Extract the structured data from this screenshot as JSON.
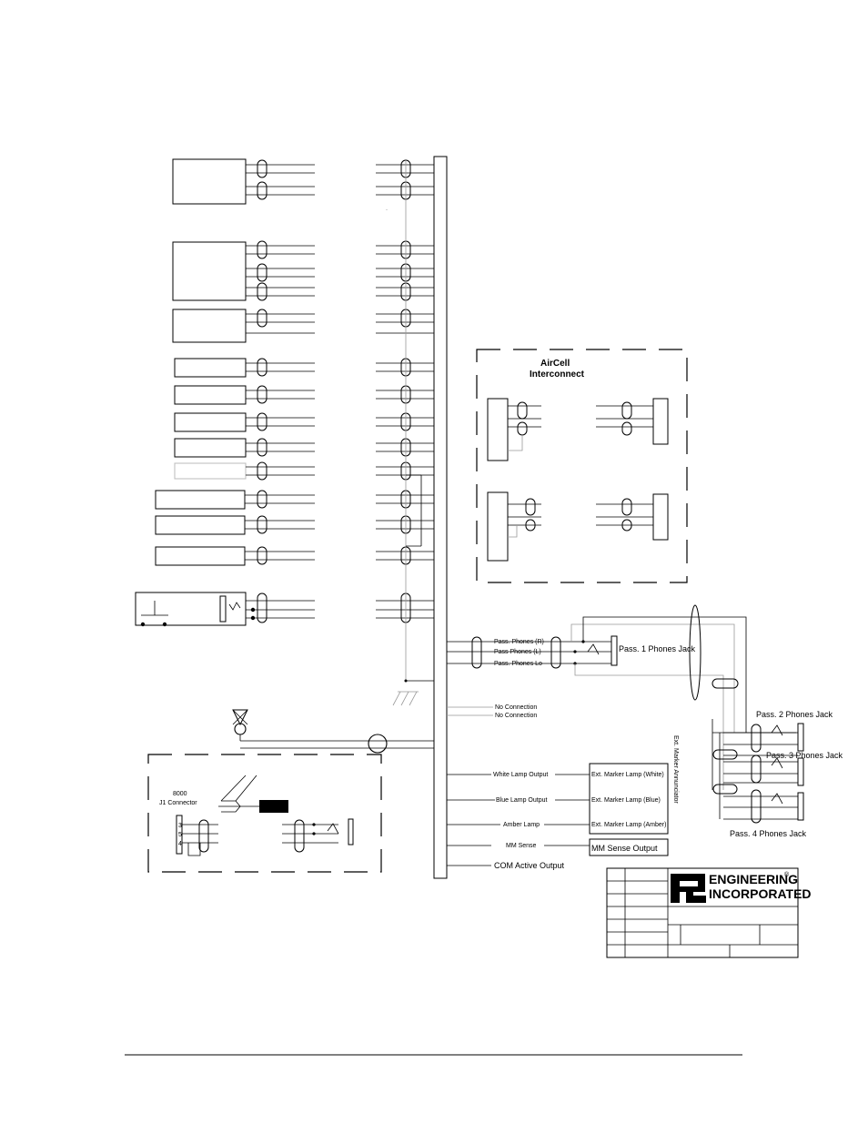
{
  "aircell": {
    "title_line1": "AirCell",
    "title_line2": "Interconnect"
  },
  "pass_phones": {
    "right": "Pass. Phones (R)",
    "left": "Pass Phones (L)",
    "lo": "Pass. Phones Lo"
  },
  "jacks": {
    "pass1": "Pass. 1 Phones Jack",
    "pass2": "Pass. 2  Phones Jack",
    "pass3": "Pass. 3  Phones Jack",
    "pass4": "Pass. 4  Phones Jack"
  },
  "no_connection": [
    "No Connection",
    "No Connection"
  ],
  "lamp_outputs": {
    "white": "White Lamp Output",
    "blue": "Blue Lamp Output",
    "amber": "Amber Lamp",
    "mm_sense": "MM Sense",
    "com_active": "COM Active Output"
  },
  "marker_annunciator": {
    "title": "Ext. Marker Annunciator",
    "white": "Ext. Marker Lamp (White)",
    "blue": "Ext. Marker Lamp (Blue)",
    "amber": "Ext. Marker Lamp (Amber)",
    "mm_sense_output": "MM Sense Output"
  },
  "j1_connector": {
    "line1": "8000",
    "line2": "J1 Connector",
    "pin3": "3",
    "pin5": "5",
    "pin4": "4"
  },
  "logo": {
    "line1": "ENGINEERING",
    "line2": "INCORPORATED",
    "registered": "®"
  }
}
